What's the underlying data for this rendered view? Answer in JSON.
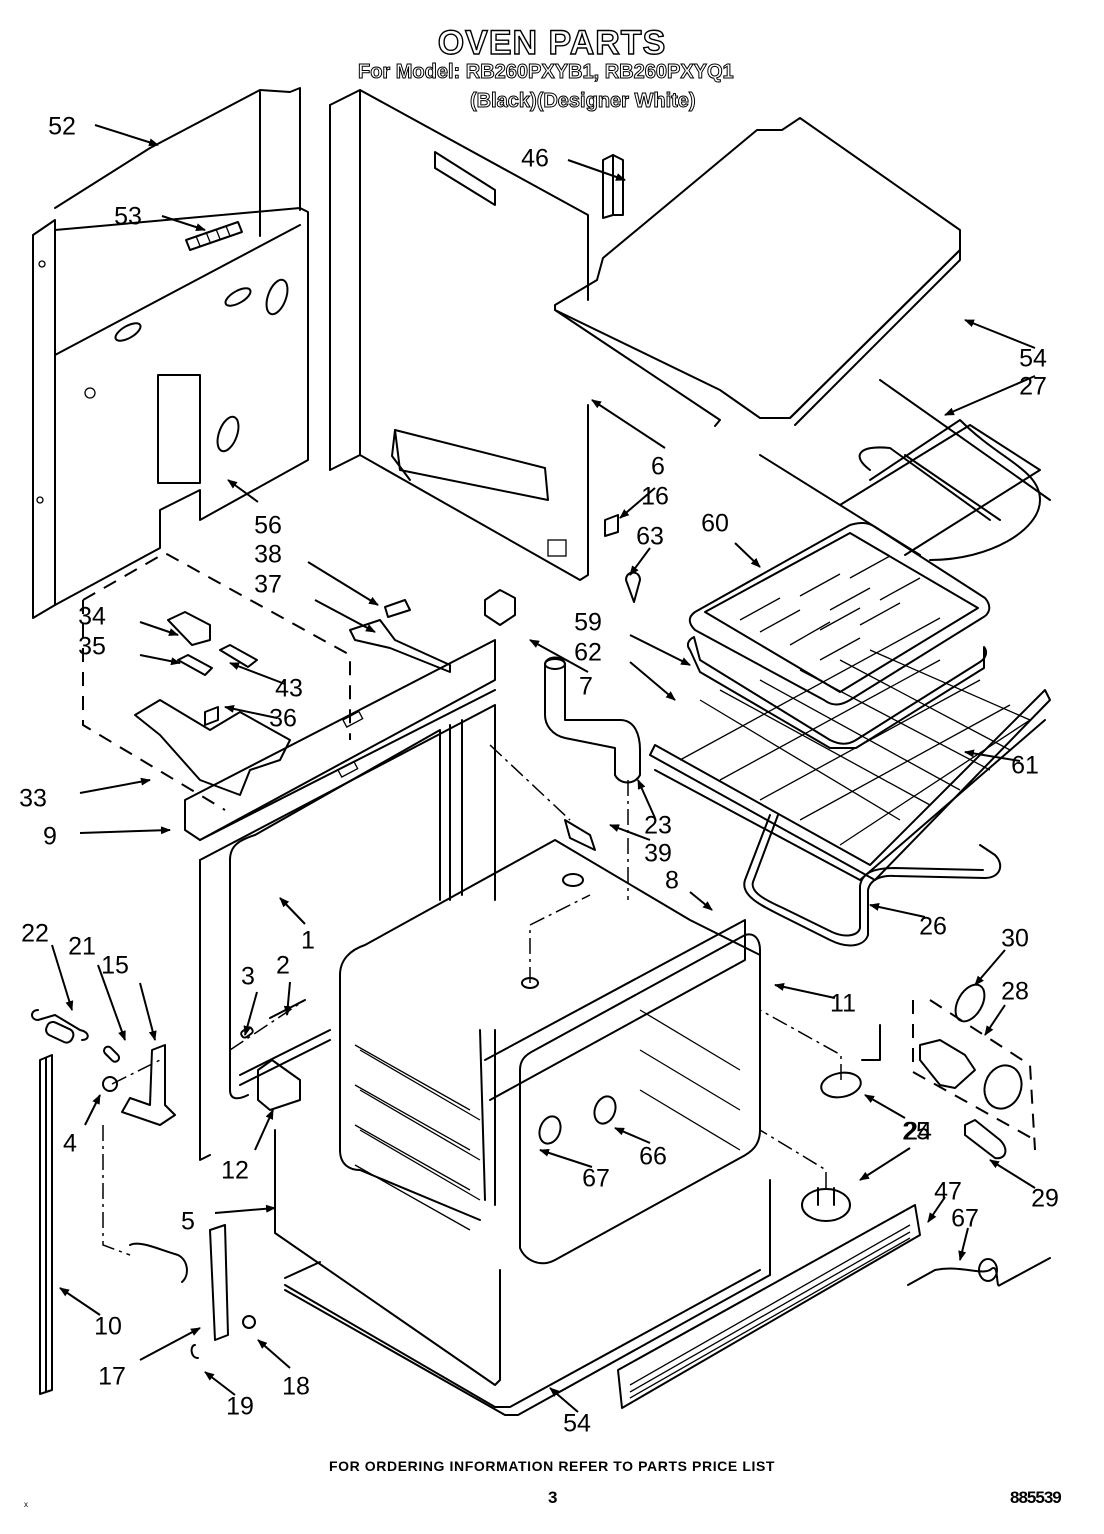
{
  "header": {
    "title": "OVEN PARTS",
    "model_line": "For Model: RB260PXYB1, RB260PXYQ1",
    "color_line": "(Black)(Designer White)"
  },
  "footer": {
    "note": "FOR ORDERING INFORMATION REFER TO PARTS PRICE LIST",
    "page_number": "3",
    "document_number": "885539",
    "stray_mark": "x"
  },
  "callouts": [
    {
      "id": "c52",
      "label": "52",
      "part": "rear-panel-upper"
    },
    {
      "id": "c53",
      "label": "53",
      "part": "terminal-block"
    },
    {
      "id": "c46",
      "label": "46",
      "part": "bracket"
    },
    {
      "id": "c54a",
      "label": "54",
      "part": "top-panel"
    },
    {
      "id": "c27",
      "label": "27",
      "part": "broil-element"
    },
    {
      "id": "c6",
      "label": "6",
      "part": "side-panel"
    },
    {
      "id": "c16",
      "label": "16",
      "part": "clip"
    },
    {
      "id": "c63",
      "label": "63",
      "part": "bracket-small"
    },
    {
      "id": "c60",
      "label": "60",
      "part": "broiler-grid"
    },
    {
      "id": "c56",
      "label": "56",
      "part": "rear-panel-lower"
    },
    {
      "id": "c38",
      "label": "38",
      "part": "connector"
    },
    {
      "id": "c37",
      "label": "37",
      "part": "bracket-strip"
    },
    {
      "id": "c34",
      "label": "34",
      "part": "switch"
    },
    {
      "id": "c35",
      "label": "35",
      "part": "plate"
    },
    {
      "id": "c43",
      "label": "43",
      "part": "plate-2"
    },
    {
      "id": "c36",
      "label": "36",
      "part": "insulator"
    },
    {
      "id": "c7",
      "label": "7",
      "part": "insulation-clip"
    },
    {
      "id": "c59",
      "label": "59",
      "part": "broiler-pan"
    },
    {
      "id": "c62",
      "label": "62",
      "part": "rack-set"
    },
    {
      "id": "c61",
      "label": "61",
      "part": "oven-rack"
    },
    {
      "id": "c33",
      "label": "33",
      "part": "latch-assembly"
    },
    {
      "id": "c9",
      "label": "9",
      "part": "front-frame-top"
    },
    {
      "id": "c23",
      "label": "23",
      "part": "vent-tube"
    },
    {
      "id": "c39",
      "label": "39",
      "part": "sensor"
    },
    {
      "id": "c8",
      "label": "8",
      "part": "oven-cavity"
    },
    {
      "id": "c1",
      "label": "1",
      "part": "front-frame"
    },
    {
      "id": "c26",
      "label": "26",
      "part": "bake-element"
    },
    {
      "id": "c30",
      "label": "30",
      "part": "gasket"
    },
    {
      "id": "c28",
      "label": "28",
      "part": "light-assembly"
    },
    {
      "id": "c22",
      "label": "22",
      "part": "spring"
    },
    {
      "id": "c21",
      "label": "21",
      "part": "pin"
    },
    {
      "id": "c15",
      "label": "15",
      "part": "hinge-receiver"
    },
    {
      "id": "c3",
      "label": "3",
      "part": "spacer"
    },
    {
      "id": "c2",
      "label": "2",
      "part": "screw"
    },
    {
      "id": "c11",
      "label": "11",
      "part": "cavity-seal"
    },
    {
      "id": "c25",
      "label": "25",
      "part": "cover-plate"
    },
    {
      "id": "c4",
      "label": "4",
      "part": "nut"
    },
    {
      "id": "c12",
      "label": "12",
      "part": "slide-bracket"
    },
    {
      "id": "c67a",
      "label": "67",
      "part": "plug"
    },
    {
      "id": "c66",
      "label": "66",
      "part": "plug-2"
    },
    {
      "id": "c24",
      "label": "24",
      "part": "fuse-mount"
    },
    {
      "id": "c29",
      "label": "29",
      "part": "bulb"
    },
    {
      "id": "c47",
      "label": "47",
      "part": "grille"
    },
    {
      "id": "c67b",
      "label": "67",
      "part": "wire-harness"
    },
    {
      "id": "c5",
      "label": "5",
      "part": "insulation-wrap"
    },
    {
      "id": "c10",
      "label": "10",
      "part": "side-trim"
    },
    {
      "id": "c17",
      "label": "17",
      "part": "hinge"
    },
    {
      "id": "c18",
      "label": "18",
      "part": "screw-2"
    },
    {
      "id": "c19",
      "label": "19",
      "part": "clip-2"
    },
    {
      "id": "c54b",
      "label": "54",
      "part": "bottom-trim"
    }
  ]
}
